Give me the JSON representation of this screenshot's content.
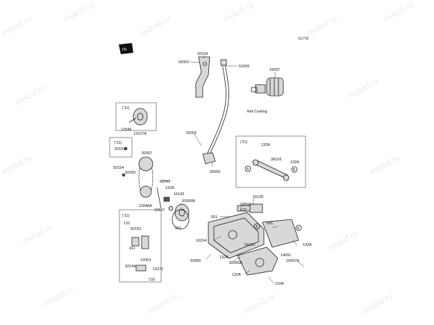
{
  "watermark": "motod.ru",
  "diagram_code": "E1710",
  "ref_note": "Ref.Cooling",
  "group_tag": "('11)",
  "parts": {
    "p92002a": "92002",
    "p32154": "32154",
    "p52005": "52005",
    "p16097": "16097",
    "p12046": "12046",
    "p13107a": "13107A",
    "p92153": "92153",
    "p92057": "92057",
    "p92002b": "92002",
    "p92154": "92154",
    "p92200": "92200",
    "p92042": "92042",
    "p132a_1": "132A",
    "p16142": "16142",
    "p92055b": "92055B",
    "p12046a": "12046A",
    "p13107": "13107",
    "p551_1": "551",
    "p92055": "92055",
    "p132a_2": "132A",
    "p39193": "39193",
    "p132a_3": "132A",
    "pA_1": "A",
    "pB_1": "B",
    "p92043": "92043",
    "p670": "670",
    "p16130": "16130",
    "p551_2": "551",
    "p551_3": "551",
    "pA_2": "A",
    "pB_2": "B",
    "p16154": "16154",
    "p16160": "16160",
    "p132a_4": "132A",
    "p14091": "14091",
    "p16097a": "16097A",
    "p132": "132",
    "p92152": "92152",
    "p411": "411",
    "p12053": "12053",
    "p92144": "92144",
    "p13271": "13271",
    "p132_b": "132",
    "p92066": "92066",
    "p132a_5": "132A",
    "p92055a": "92055A",
    "p132a_6": "132A",
    "p132a_7": "132A"
  }
}
